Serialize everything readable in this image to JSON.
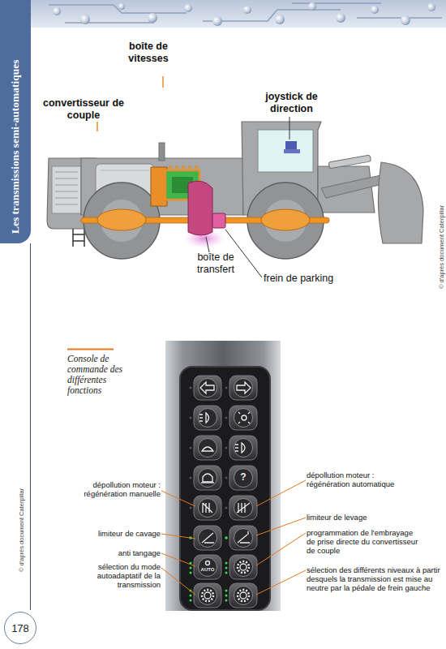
{
  "diagram": {
    "caption": "Console de commande des différentes fonctions",
    "nodes": [
      {
        "text": [
          "Les transmissions semi-automatiques"
        ]
      },
      {
        "text": [
          "178"
        ]
      }
    ],
    "labels": [
      "boîte de vitesses",
      "convertisseur de couple",
      "joystick de direction",
      "boîte de transfert",
      "frein de parking",
      "© d'après document Caterpillar",
      "dépollution moteur : régénération manuelle",
      "dépollution moteur : régénération automatique",
      "limiteur de levage",
      "limiteur de cavage",
      "programmation de l'embrayage de prise directe du convertisseur de couple",
      "anti tangage",
      "sélection du mode autoadaptatif de la transmission",
      "sélection des différents niveaux à partir desquels la transmission est mise au neutre par la pédale de frein gauche",
      "© d'après document Caterpillar",
      "AUTO",
      "?"
    ]
  }
}
